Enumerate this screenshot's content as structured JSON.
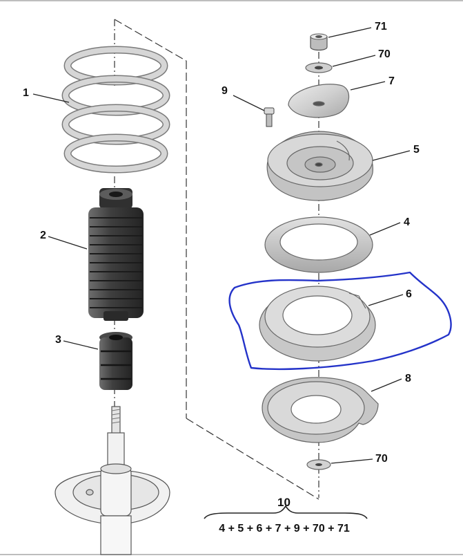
{
  "diagram": {
    "callouts": [
      {
        "id": "c71a",
        "label": "71"
      },
      {
        "id": "c70a",
        "label": "70"
      },
      {
        "id": "c7",
        "label": "7"
      },
      {
        "id": "c9",
        "label": "9"
      },
      {
        "id": "c5",
        "label": "5"
      },
      {
        "id": "c4",
        "label": "4"
      },
      {
        "id": "c6",
        "label": "6"
      },
      {
        "id": "c8",
        "label": "8"
      },
      {
        "id": "c70b",
        "label": "70"
      },
      {
        "id": "c1",
        "label": "1"
      },
      {
        "id": "c2",
        "label": "2"
      },
      {
        "id": "c3",
        "label": "3"
      }
    ],
    "kit": {
      "number": "10",
      "formula": "4 + 5 + 6 + 7 + 9 + 70 + 71"
    },
    "highlight_color": "#2433c9",
    "part_fill": "#d2d2d2",
    "part_stroke": "#6a6a6a"
  }
}
